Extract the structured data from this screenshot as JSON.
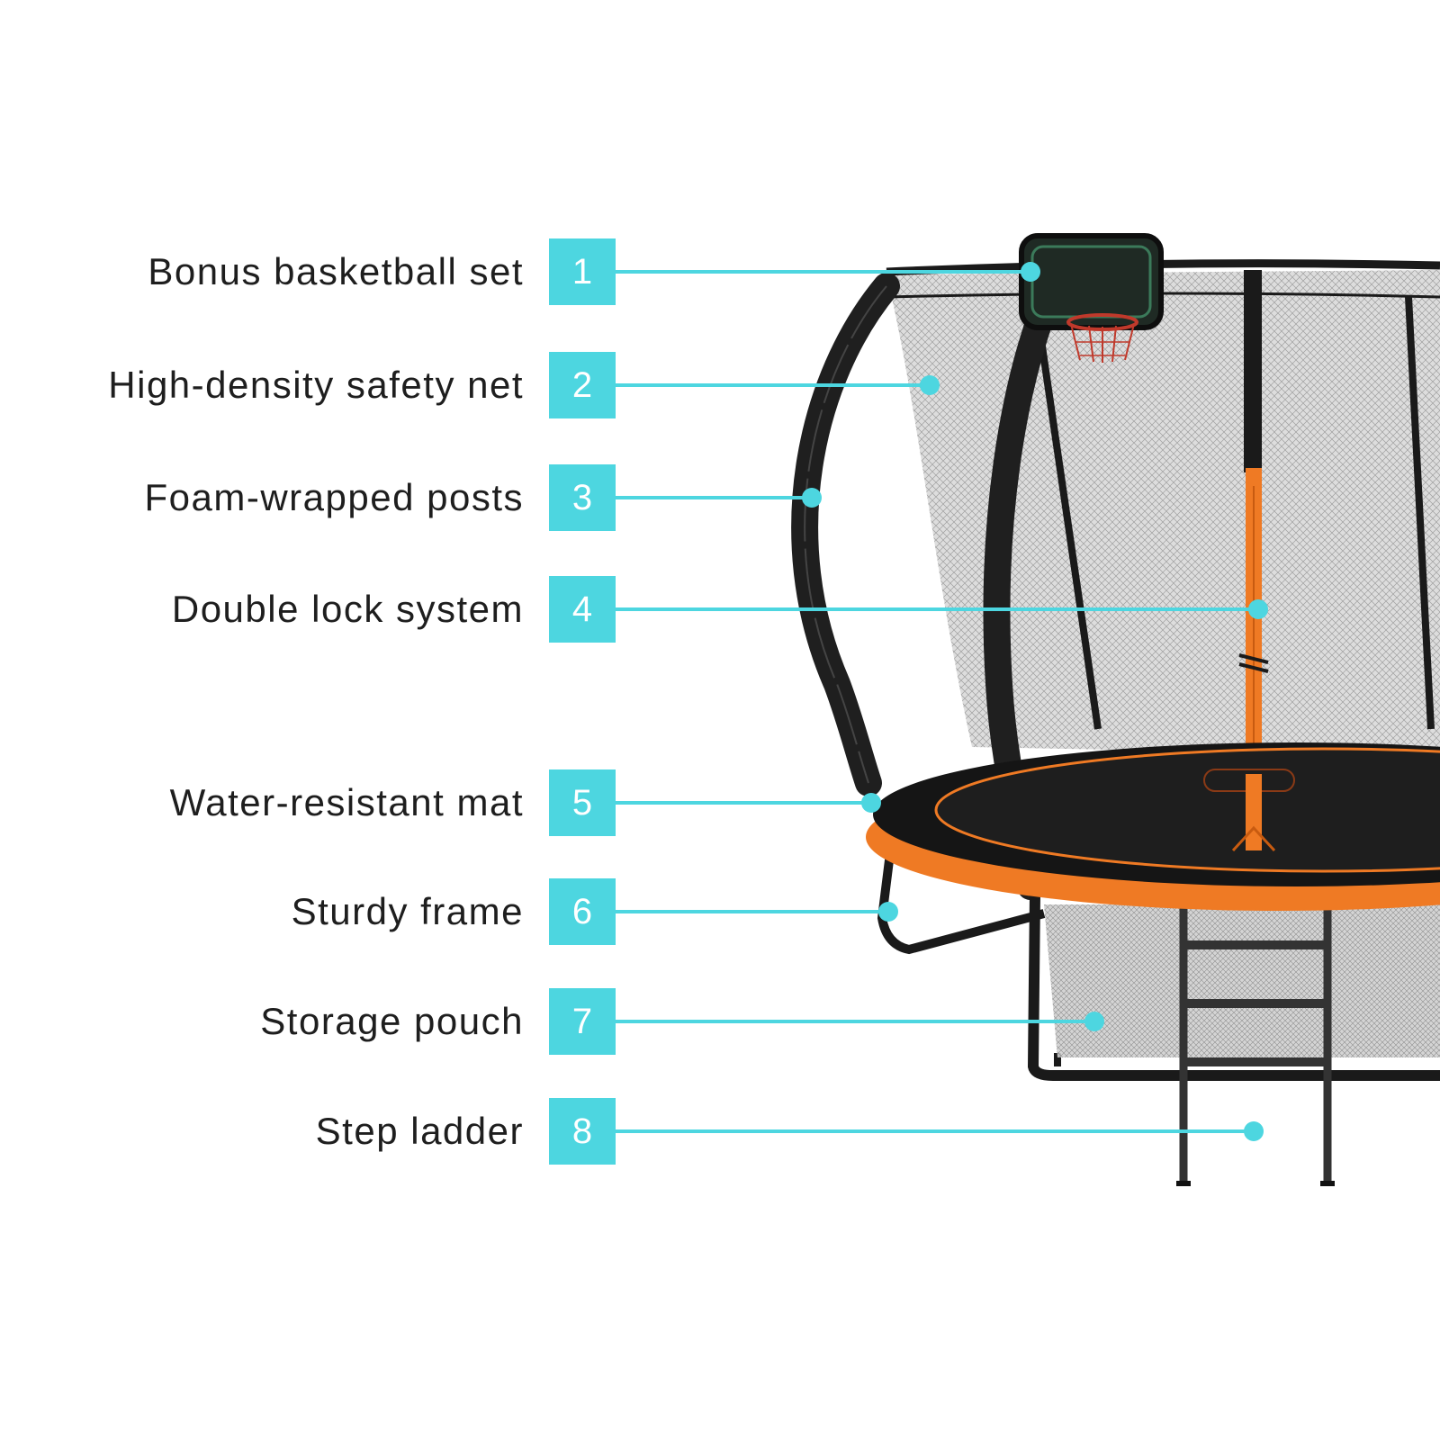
{
  "accent_color": "#4dd6e0",
  "callouts": [
    {
      "number": "1",
      "label": "Bonus basketball set"
    },
    {
      "number": "2",
      "label": "High-density safety net"
    },
    {
      "number": "3",
      "label": "Foam-wrapped posts"
    },
    {
      "number": "4",
      "label": "Double lock system"
    },
    {
      "number": "5",
      "label": "Water-resistant mat"
    },
    {
      "number": "6",
      "label": "Sturdy frame"
    },
    {
      "number": "7",
      "label": "Storage pouch"
    },
    {
      "number": "8",
      "label": "Step ladder"
    }
  ]
}
